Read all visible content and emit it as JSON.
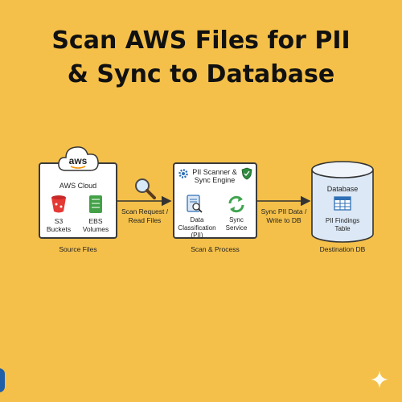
{
  "title": {
    "line1": "Scan AWS Files for PII",
    "line2": "& Sync to Database"
  },
  "source": {
    "logo": "aws",
    "cloud_label": "AWS Cloud",
    "s3_label": "S3\nBuckets",
    "ebs_label": "EBS\nVolumes",
    "caption": "Source Files"
  },
  "arrow1": {
    "line1": "Scan Request /",
    "line2": "Read Files",
    "icon": "magnifier-icon"
  },
  "engine": {
    "title_line1": "PII Scanner &",
    "title_line2": "Sync Engine",
    "dc_line1": "Data",
    "dc_line2": "Classification",
    "dc_line3": "(PII)",
    "sync_line1": "Sync",
    "sync_line2": "Service",
    "caption": "Scan & Process"
  },
  "arrow2": {
    "line1": "Sync PII Data /",
    "line2": "Write to DB"
  },
  "database": {
    "label": "Database",
    "table_line1": "PII Findings",
    "table_line2": "Table",
    "caption": "Destination DB"
  },
  "colors": {
    "background": "#F4C04A",
    "s3": "#E53935",
    "ebs": "#43A047",
    "db_fill": "#DCE8F5",
    "accent_blue": "#2F6FB5",
    "sync_green": "#3FA34D",
    "shield_green": "#2E8B3E"
  }
}
